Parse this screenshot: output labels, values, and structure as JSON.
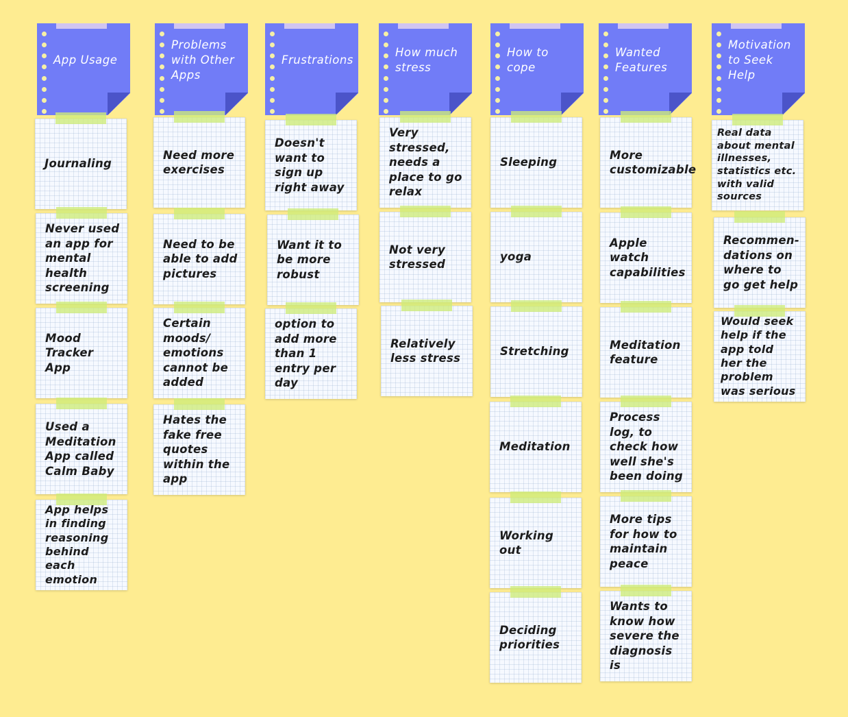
{
  "columns": [
    {
      "title": "App Usage",
      "notes": [
        "Journaling",
        "Never used an app for mental health screening",
        "Mood Tracker App",
        "Used a Meditation App called Calm Baby",
        "App helps in finding reasoning behind each emotion"
      ]
    },
    {
      "title": "Problems with Other Apps",
      "notes": [
        "Need more exercises",
        "Need to be able to add pictures",
        "Certain moods/ emotions cannot be added",
        "Hates the fake free quotes within the app"
      ]
    },
    {
      "title": "Frustrations",
      "notes": [
        "Doesn't want to sign up right away",
        "Want it to be more robust",
        "option to add more than 1 entry per day"
      ]
    },
    {
      "title": "How much stress",
      "notes": [
        "Very stressed, needs a place to go relax",
        "Not very stressed",
        "Relatively less stress"
      ]
    },
    {
      "title": "How to cope",
      "notes": [
        "Sleeping",
        "yoga",
        "Stretching",
        "Meditation",
        "Working out",
        "Deciding priorities"
      ]
    },
    {
      "title": "Wanted Features",
      "notes": [
        "More customizable",
        "Apple watch capabilities",
        "Meditation feature",
        "Process log, to check how well she's been doing",
        "More tips for how to maintain peace",
        "Wants to know how severe the diagnosis is"
      ]
    },
    {
      "title": "Motivation to Seek Help",
      "notes": [
        "Real data about mental illnesses, statistics etc. with valid sources",
        "Recommen-dations on where to go get help",
        "Would seek help if the app told her the problem was serious"
      ]
    }
  ]
}
